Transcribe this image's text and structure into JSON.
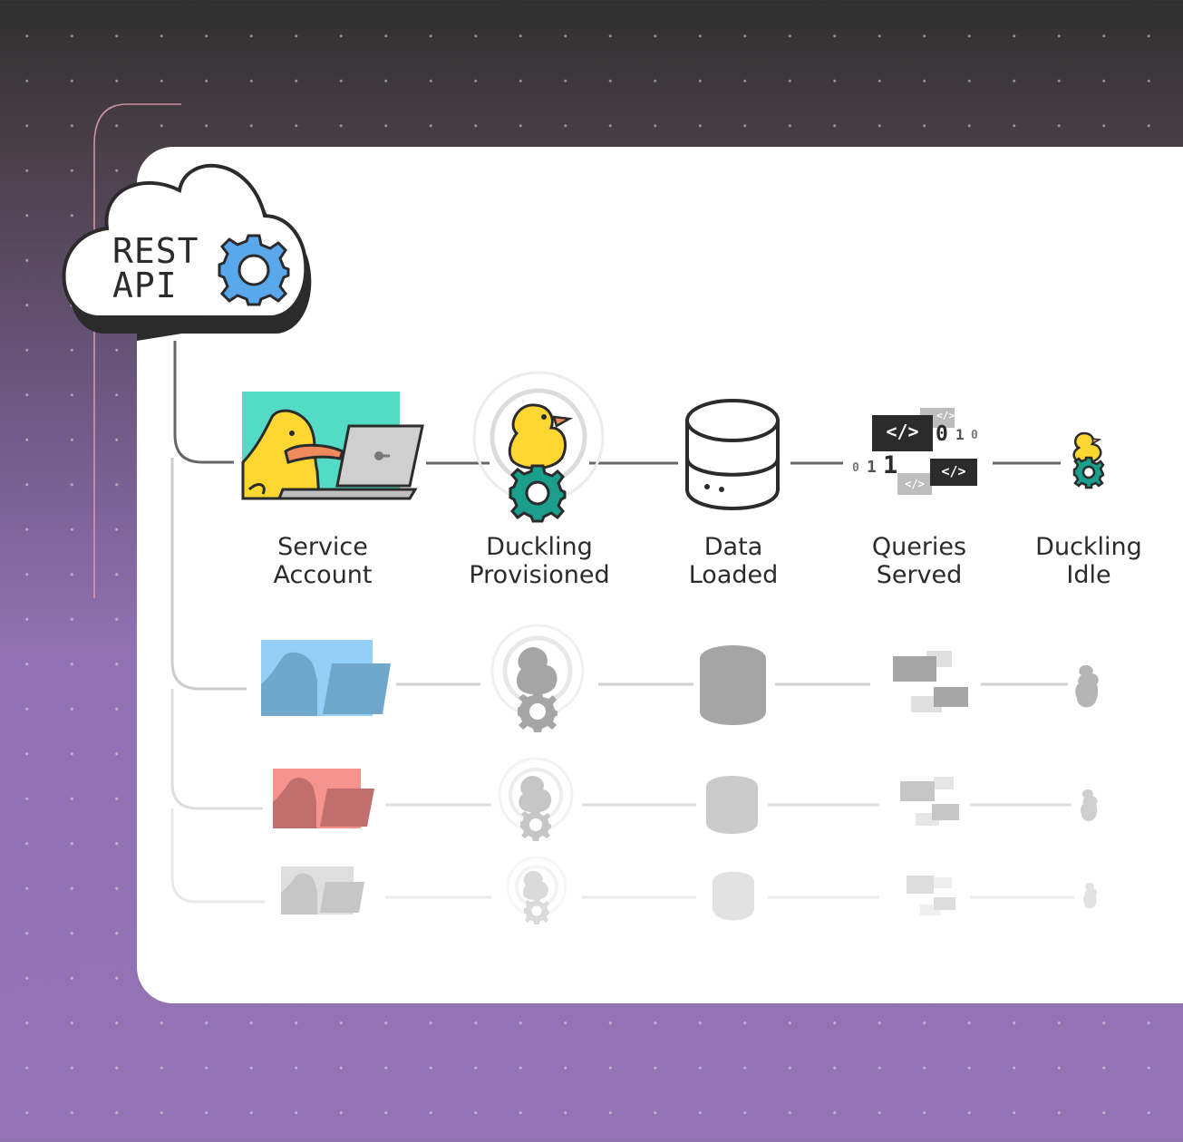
{
  "cloud": {
    "line1": "REST",
    "line2": "API"
  },
  "stages": [
    {
      "line1": "Service",
      "line2": "Account"
    },
    {
      "line1": "Duckling",
      "line2": "Provisioned"
    },
    {
      "line1": "Data",
      "line2": "Loaded"
    },
    {
      "line1": "Queries",
      "line2": "Served"
    },
    {
      "line1": "Duckling",
      "line2": "Idle"
    }
  ],
  "code_tag": "</>",
  "binary": {
    "a": "0",
    "b": "1",
    "c": "0",
    "d": "0",
    "e": "1",
    "f": "1"
  },
  "colors": {
    "duck": "#fcd731",
    "gear_teal": "#1b9e8c",
    "gear_blue": "#5aa8ec",
    "teal_bg": "#53dbc5",
    "blue_bg": "#94cff8",
    "red_bg": "#f4948c",
    "beak": "#f08a5d"
  }
}
